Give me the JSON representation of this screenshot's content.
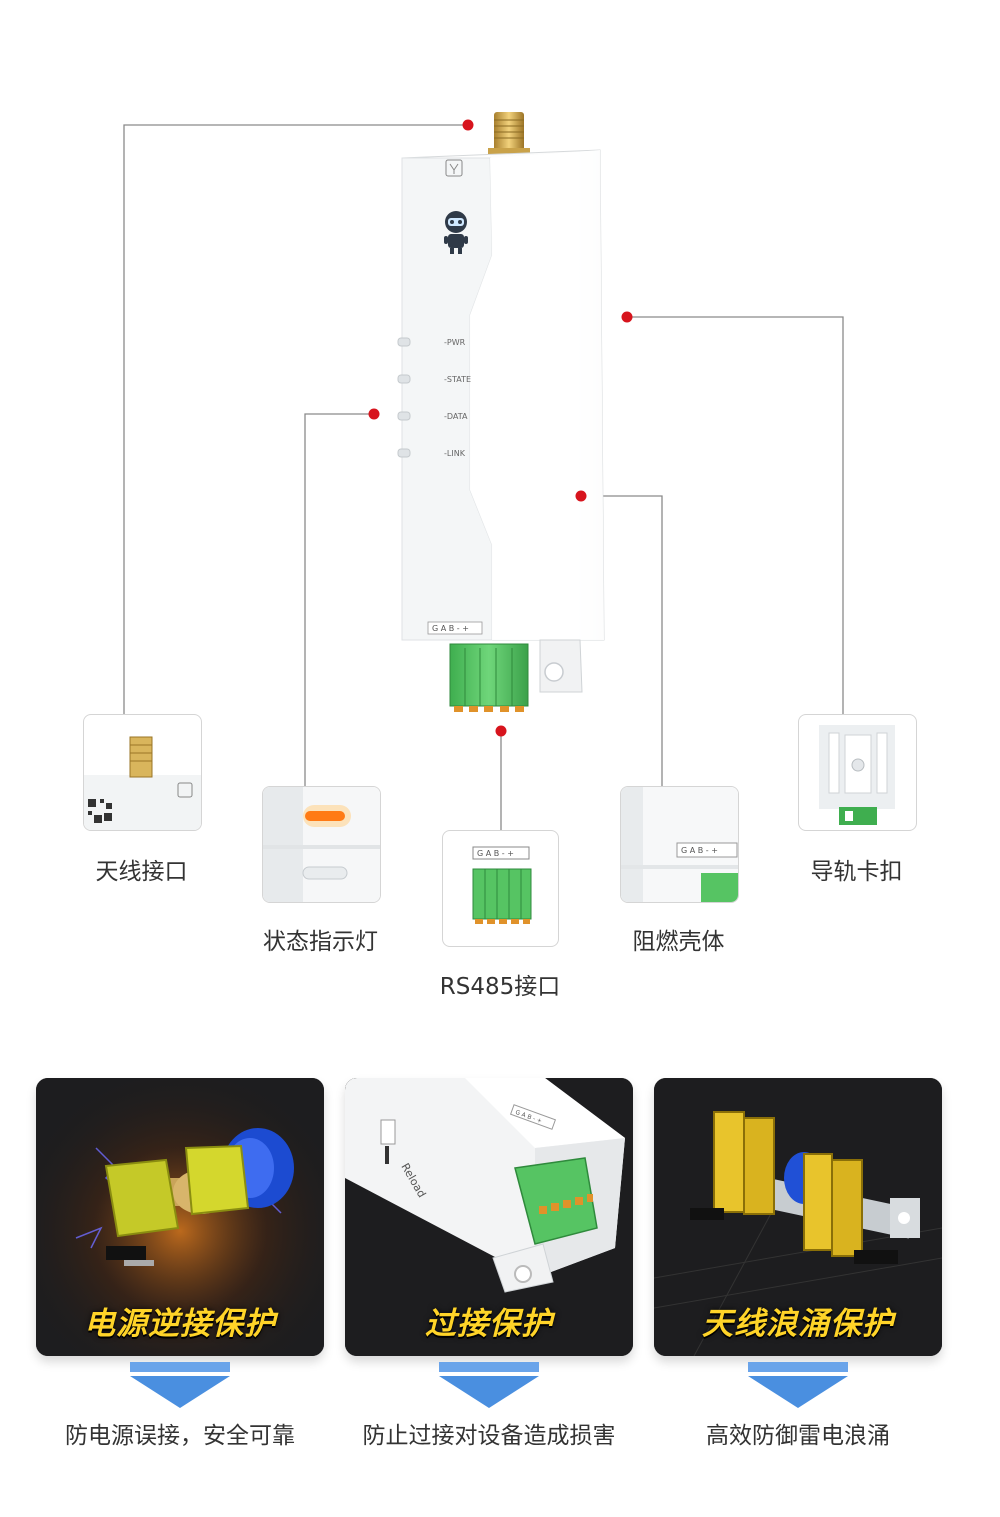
{
  "device": {
    "led_labels": [
      "-PWR",
      "-STATE",
      "-DATA",
      "-LINK"
    ],
    "terminal_label": "G A B - +"
  },
  "callouts": {
    "antenna": {
      "label": "天线接口"
    },
    "status_led": {
      "label": "状态指示灯"
    },
    "rs485": {
      "label": "RS485接口"
    },
    "housing": {
      "label": "阻燃壳体"
    },
    "rail_clip": {
      "label": "导轨卡扣"
    }
  },
  "features": [
    {
      "title": "电源逆接保护",
      "desc": "防电源误接，安全可靠"
    },
    {
      "title": "过接保护",
      "desc": "防止过接对设备造成损害",
      "panel_text": {
        "reload": "Reload",
        "terminal": "G A B - +"
      }
    },
    {
      "title": "天线浪涌保护",
      "desc": "高效防御雷电浪涌"
    }
  ],
  "colors": {
    "accent_dot": "#d7141d",
    "leader_line": "#8a8a8a",
    "terminal_green": "#4cc15c",
    "feature_title": "#ffd428",
    "arrow_blue": "#4a8fe0"
  }
}
